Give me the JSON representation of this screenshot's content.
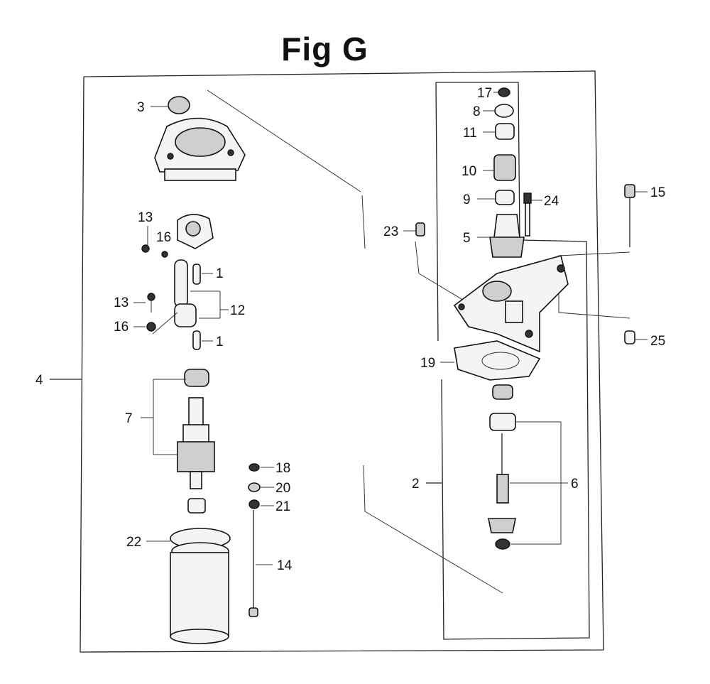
{
  "title": "Fig G",
  "callouts": [
    {
      "id": "c3",
      "text": "3"
    },
    {
      "id": "c13a",
      "text": "13"
    },
    {
      "id": "c16a",
      "text": "16"
    },
    {
      "id": "c1a",
      "text": "1"
    },
    {
      "id": "c13b",
      "text": "13"
    },
    {
      "id": "c12",
      "text": "12"
    },
    {
      "id": "c16b",
      "text": "16"
    },
    {
      "id": "c1b",
      "text": "1"
    },
    {
      "id": "c4",
      "text": "4"
    },
    {
      "id": "c7",
      "text": "7"
    },
    {
      "id": "c18",
      "text": "18"
    },
    {
      "id": "c20",
      "text": "20"
    },
    {
      "id": "c21",
      "text": "21"
    },
    {
      "id": "c22",
      "text": "22"
    },
    {
      "id": "c14",
      "text": "14"
    },
    {
      "id": "c17",
      "text": "17"
    },
    {
      "id": "c8",
      "text": "8"
    },
    {
      "id": "c11",
      "text": "11"
    },
    {
      "id": "c10",
      "text": "10"
    },
    {
      "id": "c9",
      "text": "9"
    },
    {
      "id": "c24",
      "text": "24"
    },
    {
      "id": "c15",
      "text": "15"
    },
    {
      "id": "c23",
      "text": "23"
    },
    {
      "id": "c5",
      "text": "5"
    },
    {
      "id": "c25",
      "text": "25"
    },
    {
      "id": "c19",
      "text": "19"
    },
    {
      "id": "c2",
      "text": "2"
    },
    {
      "id": "c6",
      "text": "6"
    }
  ]
}
